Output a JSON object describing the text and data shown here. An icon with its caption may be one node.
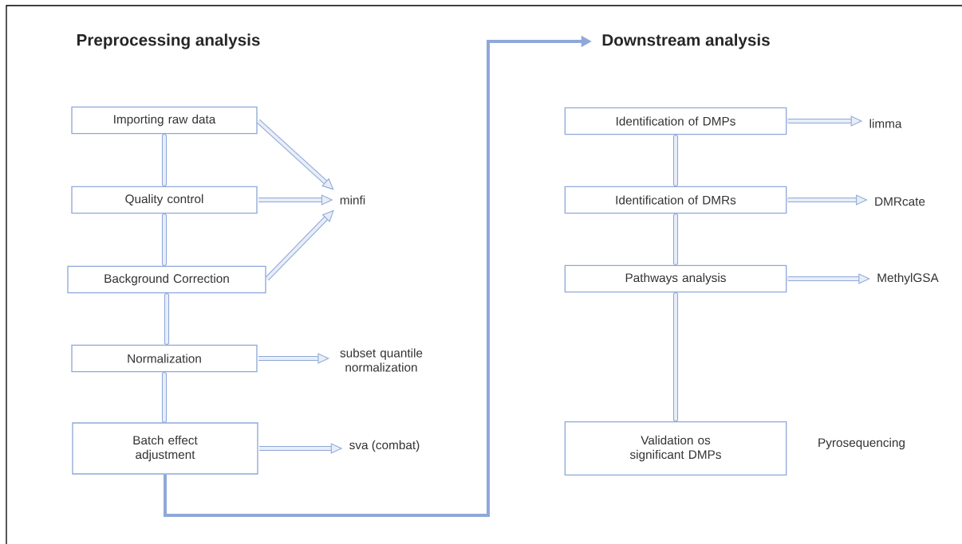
{
  "diagram": {
    "nodes": [
      {
        "text": [
          "Importing raw data"
        ]
      },
      {
        "text": [
          "Quality control"
        ]
      },
      {
        "text": [
          "Background Correction"
        ]
      },
      {
        "text": [
          "Normalization"
        ]
      },
      {
        "text": [
          "Batch effect adjustment"
        ]
      },
      {
        "text": [
          "minfi"
        ]
      },
      {
        "text": [
          "subset quantile normalization"
        ]
      },
      {
        "text": [
          "sva (combat)"
        ]
      },
      {
        "text": [
          "Downstream analysis"
        ]
      },
      {
        "text": [
          "Identification of DMPs"
        ]
      },
      {
        "text": [
          "Identification of DMRs"
        ]
      },
      {
        "text": [
          "Pathways analysis"
        ]
      },
      {
        "text": [
          "Validation os significant DMPs"
        ],
        "beside": [
          "Pyrosequencing"
        ]
      },
      {
        "text": [
          "limma"
        ]
      },
      {
        "text": [
          "DMRcate"
        ]
      },
      {
        "text": [
          "MethylGSA"
        ]
      }
    ],
    "edges": [
      {
        "from": 0,
        "to": 1,
        "arrow": "none"
      },
      {
        "from": 1,
        "to": 2,
        "arrow": "none"
      },
      {
        "from": 2,
        "to": 3,
        "arrow": "none"
      },
      {
        "from": 3,
        "to": 4,
        "arrow": "none"
      },
      {
        "from": 0,
        "to": 5,
        "arrow": "to"
      },
      {
        "from": 1,
        "to": 5,
        "arrow": "to"
      },
      {
        "from": 2,
        "to": 5,
        "arrow": "to"
      },
      {
        "from": 3,
        "to": 6,
        "arrow": "to"
      },
      {
        "from": 4,
        "to": 7,
        "arrow": "to"
      },
      {
        "from": 4,
        "to": 8,
        "arrow": "to"
      },
      {
        "from": 9,
        "to": 10,
        "arrow": "none"
      },
      {
        "from": 10,
        "to": 11,
        "arrow": "none"
      },
      {
        "from": 11,
        "to": 12,
        "arrow": "none"
      },
      {
        "from": 9,
        "to": 13,
        "arrow": "to"
      },
      {
        "from": 10,
        "to": 14,
        "arrow": "to"
      },
      {
        "from": 11,
        "to": 15,
        "arrow": "to"
      }
    ],
    "labels": [
      "Preprocessing analysis"
    ]
  }
}
